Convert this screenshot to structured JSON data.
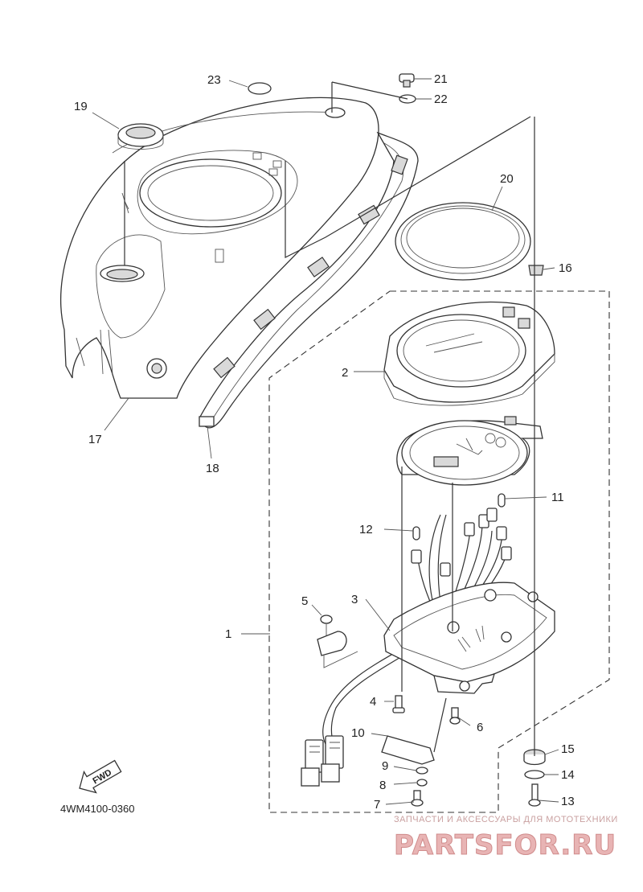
{
  "callouts": [
    {
      "id": "c1",
      "label": "1"
    },
    {
      "id": "c2",
      "label": "2"
    },
    {
      "id": "c3",
      "label": "3"
    },
    {
      "id": "c4",
      "label": "4"
    },
    {
      "id": "c5",
      "label": "5"
    },
    {
      "id": "c6",
      "label": "6"
    },
    {
      "id": "c7",
      "label": "7"
    },
    {
      "id": "c8",
      "label": "8"
    },
    {
      "id": "c9",
      "label": "9"
    },
    {
      "id": "c10",
      "label": "10"
    },
    {
      "id": "c11",
      "label": "11"
    },
    {
      "id": "c12",
      "label": "12"
    },
    {
      "id": "c13",
      "label": "13"
    },
    {
      "id": "c14",
      "label": "14"
    },
    {
      "id": "c15",
      "label": "15"
    },
    {
      "id": "c16",
      "label": "16"
    },
    {
      "id": "c17",
      "label": "17"
    },
    {
      "id": "c18",
      "label": "18"
    },
    {
      "id": "c19",
      "label": "19"
    },
    {
      "id": "c20",
      "label": "20"
    },
    {
      "id": "c21",
      "label": "21"
    },
    {
      "id": "c22",
      "label": "22"
    },
    {
      "id": "c23",
      "label": "23"
    }
  ],
  "diagram_code": "4WM4100-0360",
  "fwd_label": "FWD",
  "watermark": {
    "tagline": "ЗАПЧАСТИ И АКСЕССУАРЫ ДЛЯ МОТОТЕХНИКИ",
    "brand": "PARTSFOR.RU"
  }
}
